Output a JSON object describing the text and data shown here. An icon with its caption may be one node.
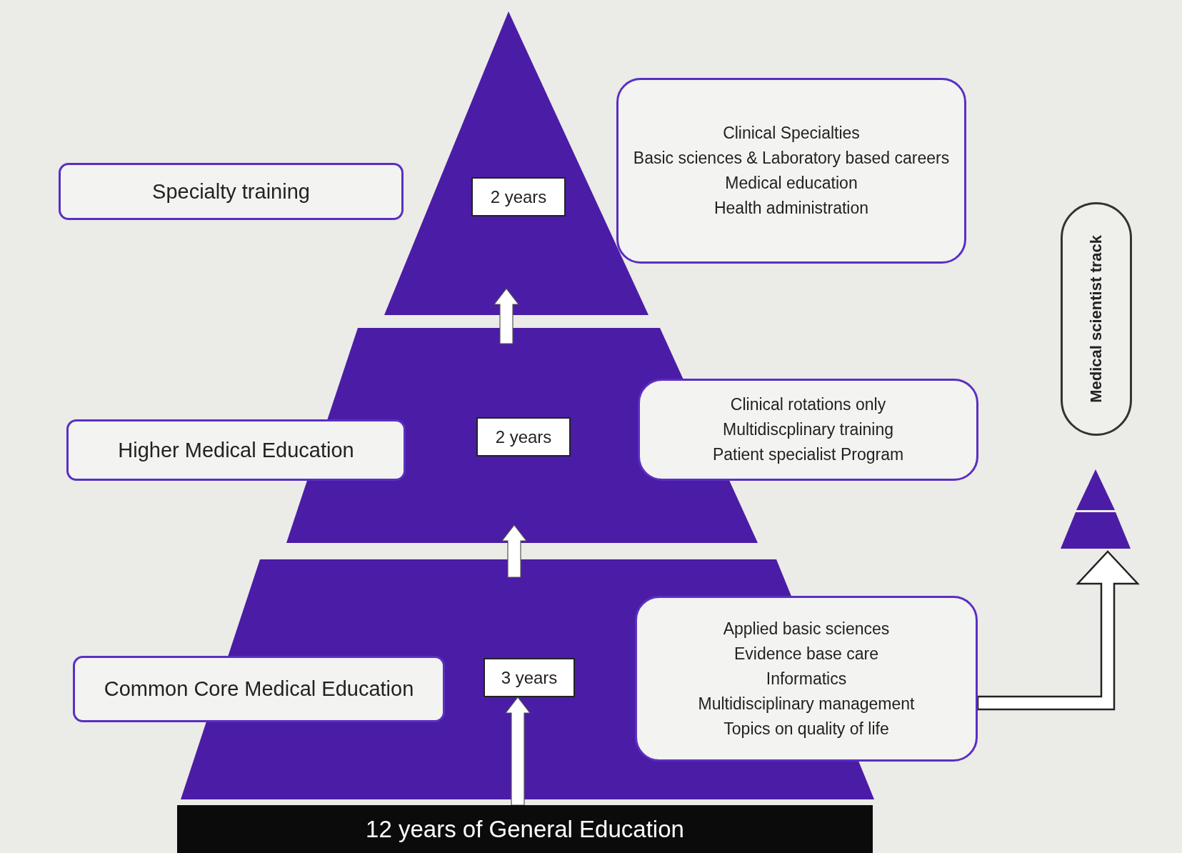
{
  "diagram": {
    "nodes": [
      {
        "text": [
          "Specialty training"
        ]
      },
      {
        "text": [],
        "shape": "triangle"
      },
      {
        "text": [
          "2 years"
        ],
        "in": 1
      },
      {
        "text": [
          "Clinical Specialties",
          "Basic sciences & Laboratory based careers",
          "Medical education",
          "Health administration"
        ]
      },
      {
        "text": [
          "Higher Medical Education"
        ]
      },
      {
        "text": [],
        "shape": "trapezoid"
      },
      {
        "text": [
          "2 years"
        ],
        "in": 5
      },
      {
        "text": [
          "Clinical rotations only",
          "Multidiscplinary training",
          "Patient specialist Program"
        ]
      },
      {
        "text": [
          "Common Core Medical Education"
        ]
      },
      {
        "text": [],
        "shape": "trapezoid"
      },
      {
        "text": [
          "3 years"
        ],
        "in": 9
      },
      {
        "text": [
          "Applied basic sciences",
          "Evidence base care",
          "Informatics",
          "Multidisciplinary management",
          "Topics on quality of life"
        ]
      },
      {
        "text": [
          "12 years of General Education"
        ]
      },
      {
        "text": [
          "Medical scientist track"
        ]
      },
      {
        "text": [],
        "shape": "triangle"
      }
    ],
    "edges": [
      {
        "from": 12,
        "to": 10,
        "arrow": "to"
      },
      {
        "from": 9,
        "to": 5,
        "arrow": "to"
      },
      {
        "from": 5,
        "to": 1,
        "arrow": "to"
      },
      {
        "from": 11,
        "to": 14,
        "arrow": "to"
      }
    ]
  }
}
